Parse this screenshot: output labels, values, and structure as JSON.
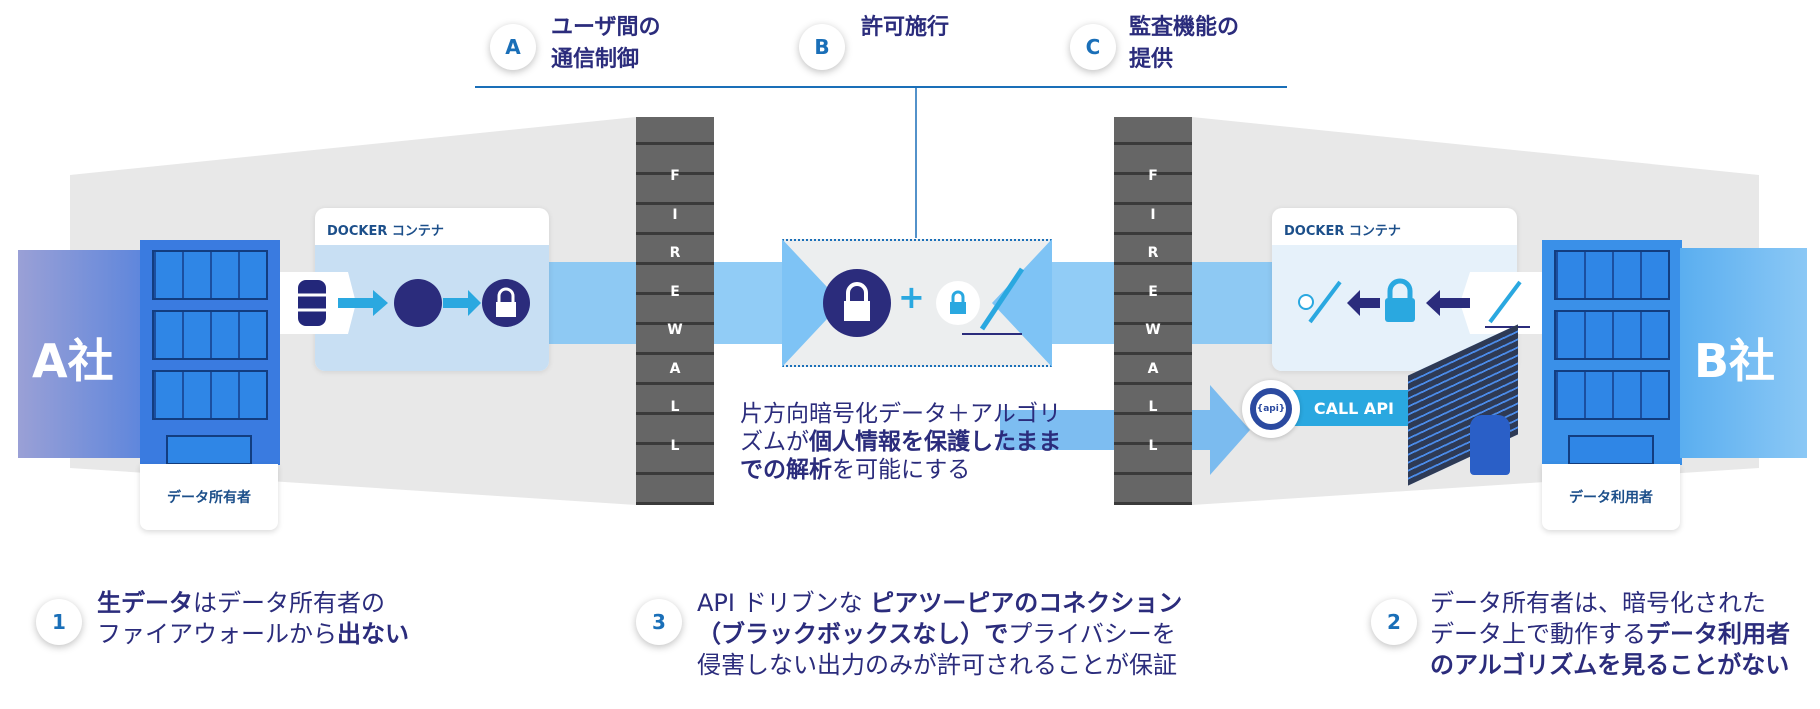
{
  "top": {
    "items": [
      {
        "letter": "A",
        "line1": "ユーザ間の",
        "line2": "通信制御"
      },
      {
        "letter": "B",
        "line1": "許可施行",
        "line2": ""
      },
      {
        "letter": "C",
        "line1": "監査機能の",
        "line2": "提供"
      }
    ]
  },
  "firewall": {
    "letters": [
      "F",
      "I",
      "R",
      "E",
      "W",
      "A",
      "L",
      "L"
    ]
  },
  "left": {
    "company": "A社",
    "role": "データ所有者",
    "docker": "DOCKER コンテナ"
  },
  "right": {
    "company": "B社",
    "role": "データ利用者",
    "docker": "DOCKER コンテナ",
    "call_api": "CALL API",
    "api_badge": "{api}"
  },
  "center": {
    "plus": "+",
    "note": {
      "l1": "片方向暗号化データ＋アルゴリ",
      "l2a": "ズムが",
      "l2b": "個人情報を保護したまま",
      "l3a": "での解析",
      "l3b": "を可能にする"
    }
  },
  "bottom": [
    {
      "num": "1",
      "p1": "生データ",
      "p2": "はデータ所有者の",
      "p3": "ファイアウォールから",
      "p4": "出ない"
    },
    {
      "num": "3",
      "p1": "API ドリブンな ",
      "p2": "ピアツーピアのコネクション",
      "p3": "（ブラックボックスなし）で",
      "p4": "プライバシーを",
      "p5": "侵害しない出力のみが許可されることが保証"
    },
    {
      "num": "2",
      "p1": "データ所有者は、暗号化された",
      "p2": "データ上で動作する",
      "p3": "データ利用者",
      "p4": "のアルゴリズムを見ることがない"
    }
  ],
  "colors": {
    "navy": "#2b2c7c",
    "blue": "#1a6fb8",
    "building": "#3a86e6",
    "beam": "#7ec3f5",
    "wall": "#555555"
  }
}
